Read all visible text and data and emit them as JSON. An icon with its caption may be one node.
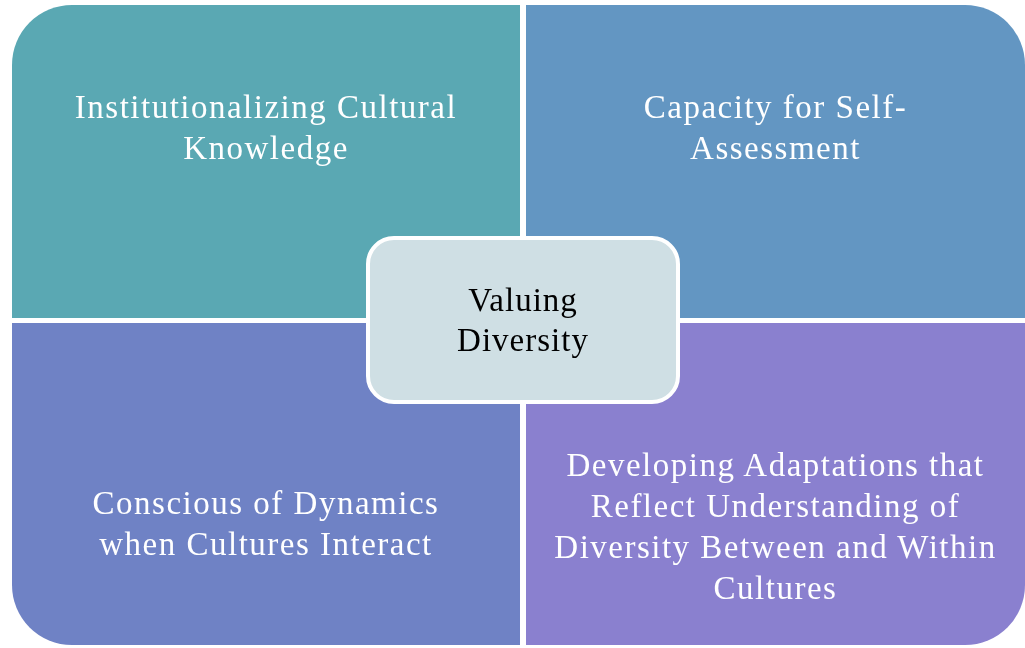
{
  "diagram": {
    "nodes": [
      {
        "text": [
          "Institutionalizing Cultural Knowledge"
        ]
      },
      {
        "text": [
          "Capacity for Self-Assessment"
        ]
      },
      {
        "text": [
          "Conscious of Dynamics when Cultures Interact"
        ]
      },
      {
        "text": [
          "Developing Adaptations that Reflect Understanding of Diversity Between and Within Cultures"
        ]
      },
      {
        "text": [
          "Valuing Diversity"
        ]
      }
    ]
  }
}
